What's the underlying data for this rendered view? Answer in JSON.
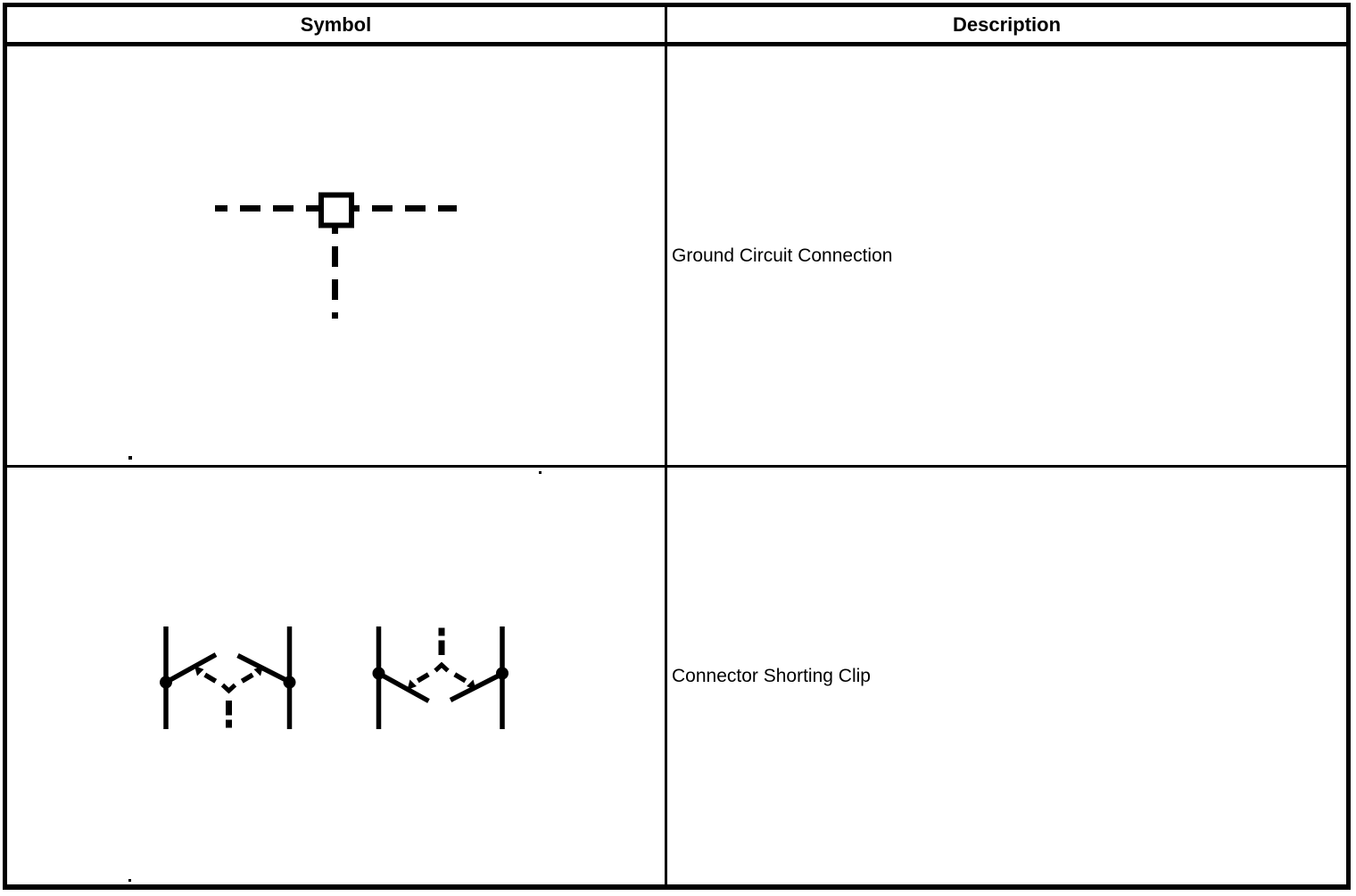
{
  "table": {
    "headers": {
      "symbol": "Symbol",
      "description": "Description"
    },
    "rows": [
      {
        "symbol_name": "ground-circuit-connection-symbol",
        "description": "Ground Circuit Connection"
      },
      {
        "symbol_name": "connector-shorting-clip-symbol",
        "description": "Connector Shorting Clip"
      }
    ]
  },
  "colors": {
    "background": "#ffffff",
    "ink": "#000000"
  }
}
